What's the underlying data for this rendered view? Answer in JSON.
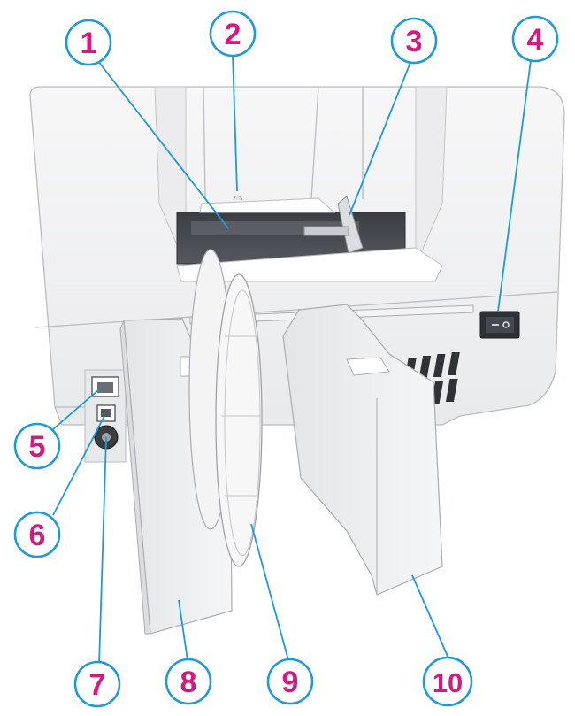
{
  "callouts": [
    {
      "id": "1",
      "label": "1"
    },
    {
      "id": "2",
      "label": "2"
    },
    {
      "id": "3",
      "label": "3"
    },
    {
      "id": "4",
      "label": "4"
    },
    {
      "id": "5",
      "label": "5"
    },
    {
      "id": "6",
      "label": "6"
    },
    {
      "id": "7",
      "label": "7"
    },
    {
      "id": "8",
      "label": "8"
    },
    {
      "id": "9",
      "label": "9"
    },
    {
      "id": "10",
      "label": "10"
    }
  ],
  "colors": {
    "callout_number": "#d6197f",
    "callout_ring": "#1f9ad6",
    "printer_body": "#f2f3f4",
    "outline": "#b9bcc0"
  }
}
